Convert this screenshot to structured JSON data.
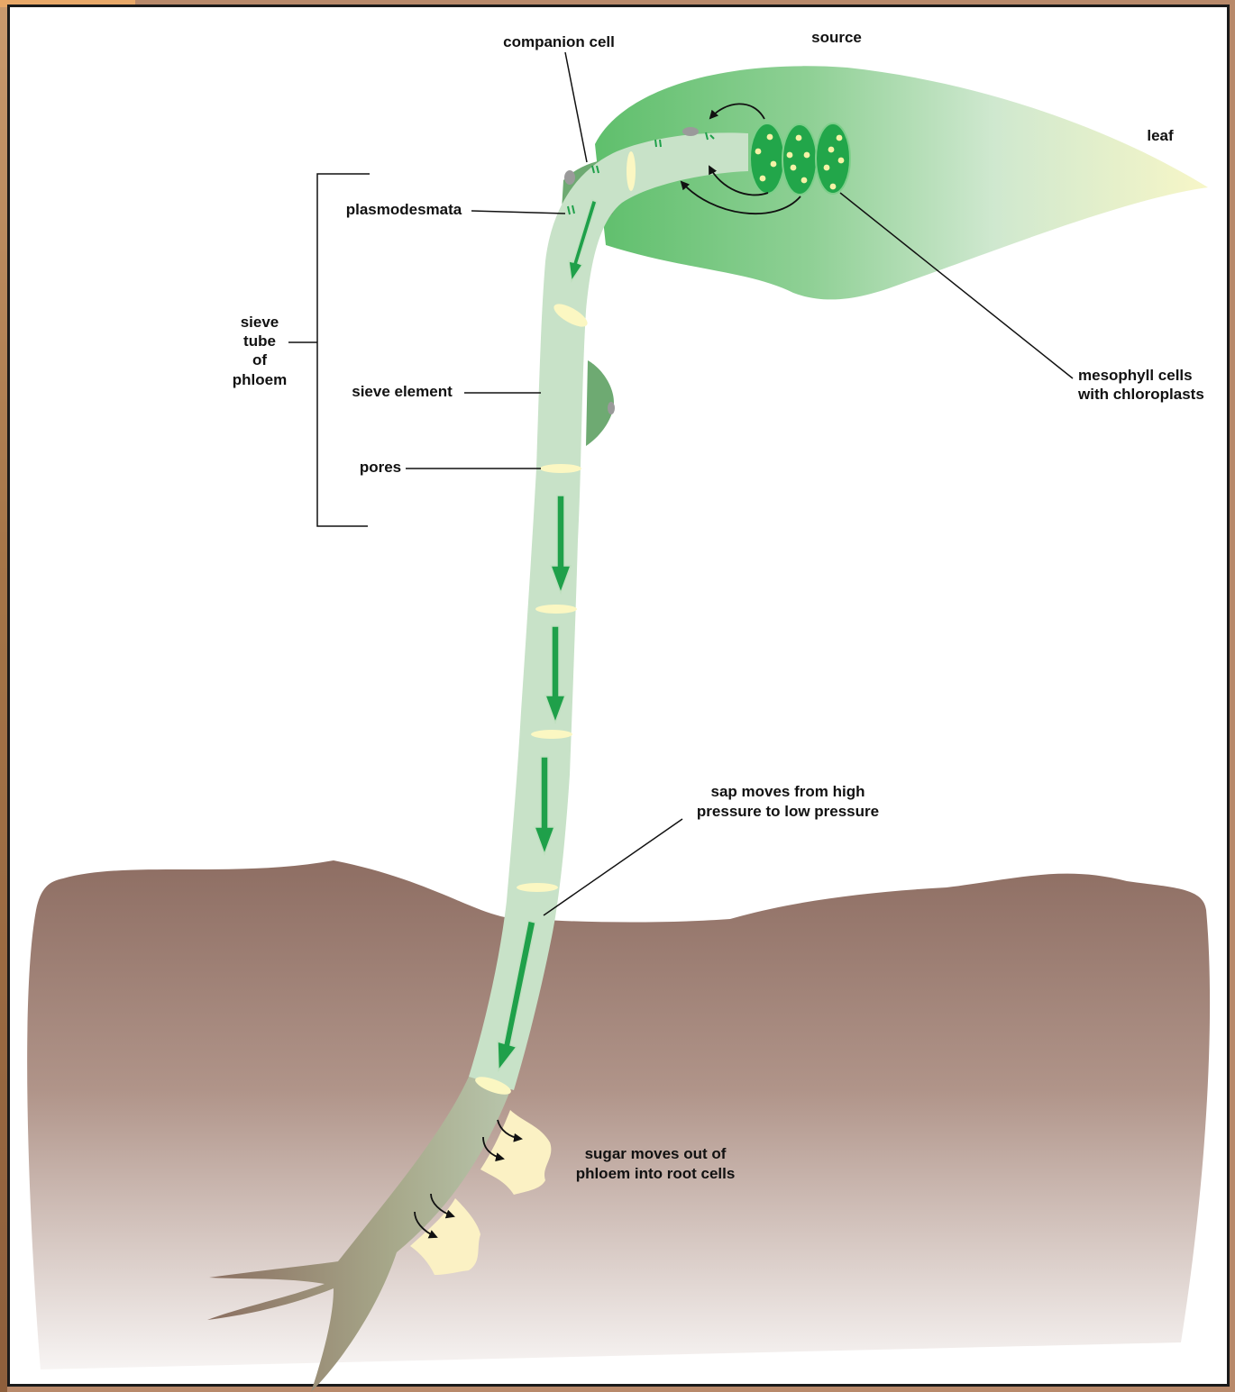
{
  "labels": {
    "companion_cell": "companion cell",
    "source": "source",
    "leaf": "leaf",
    "plasmodesmata": "plasmodesmata",
    "sieve": "sieve",
    "tube": "tube",
    "of": "of",
    "phloem": "phloem",
    "sieve_element": "sieve element",
    "pores": "pores",
    "mesophyll_line1": "mesophyll cells",
    "mesophyll_line2": "with chloroplasts",
    "sap_line1": "sap moves from high",
    "sap_line2": "pressure to low pressure",
    "sugar_line1": "sugar moves out of",
    "sugar_line2": "phloem into root cells"
  },
  "colors": {
    "leaf_dark": "#5fbf6c",
    "leaf_light": "#f4f6cc",
    "phloem_tube": "#c8e2c8",
    "arrow_green": "#1fa04a",
    "pore": "#fbf7c2",
    "soil_top": "#8e6e63",
    "soil_bottom": "#f5f2f1",
    "root_cell": "#fbf1c4"
  }
}
